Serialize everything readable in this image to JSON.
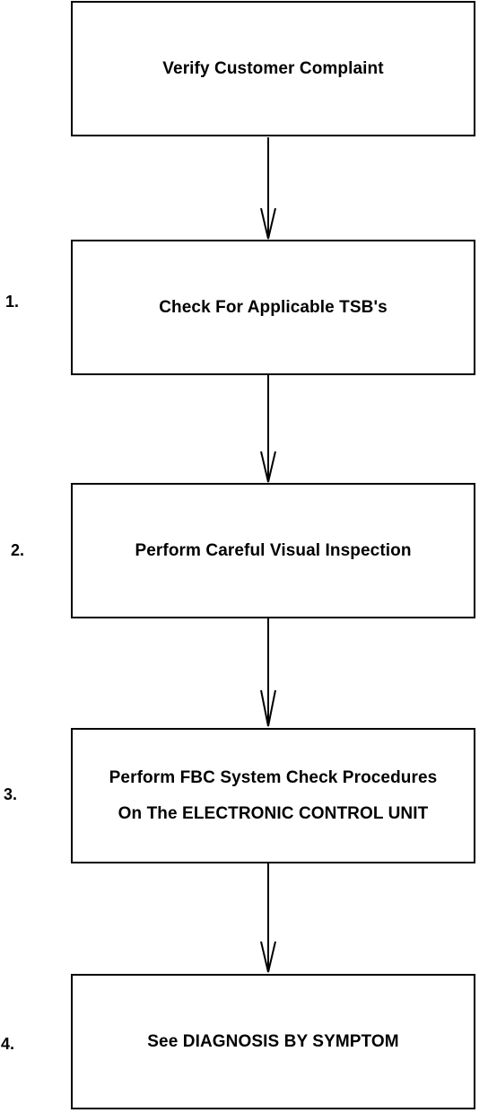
{
  "flowchart": {
    "steps": [
      {
        "number": "",
        "lines": [
          "Verify Customer Complaint"
        ]
      },
      {
        "number": "1.",
        "lines": [
          "Check For Applicable TSB's"
        ]
      },
      {
        "number": "2.",
        "lines": [
          "Perform Careful Visual Inspection"
        ]
      },
      {
        "number": "3.",
        "lines": [
          "Perform FBC System Check Procedures",
          "On The ELECTRONIC CONTROL UNIT"
        ]
      },
      {
        "number": "4.",
        "lines": [
          "See DIAGNOSIS BY SYMPTOM"
        ]
      }
    ],
    "stroke_color": "#000000",
    "background_color": "#ffffff"
  }
}
